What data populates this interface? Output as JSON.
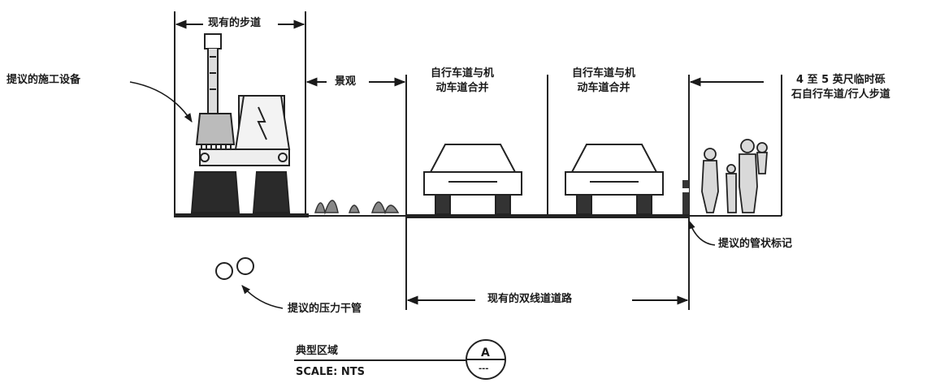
{
  "labels": {
    "existing_sidewalk": "现有的步道",
    "proposed_equipment": "提议的施工设备",
    "landscape": "景观",
    "merged_lane_1": "自行车道与机\n动车道合并",
    "merged_lane_2": "自行车道与机\n动车道合并",
    "gravel_path": "4 至 5 英尺临时砾\n石自行车道/行人步道",
    "tubular_marker": "提议的管状标记",
    "force_main": "提议的压力干管",
    "existing_road": "现有的双线道道路",
    "typical_section": "典型区域",
    "scale": "SCALE: NTS",
    "section_id": "A",
    "section_sub": "---"
  },
  "icons": [
    "excavator-icon",
    "generator-icon",
    "car-icon",
    "pedestrians-icon",
    "plants-icon",
    "tubular-marker-icon",
    "pipes-icon"
  ]
}
